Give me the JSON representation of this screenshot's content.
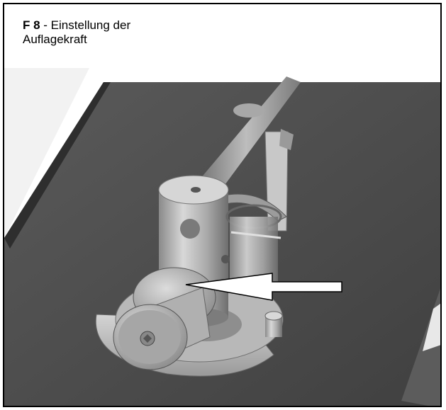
{
  "figure": {
    "label": "F 8",
    "separator": " - ",
    "title_line1": "Einstellung der",
    "title_line2": "Auflagekraft"
  },
  "colors": {
    "frame": "#000000",
    "plinth": "#4d4d4d",
    "plinth_dark": "#3a3a3a",
    "metal_light": "#cfcfcf",
    "metal_mid": "#9e9e9e",
    "metal_dark": "#6a6a6a",
    "arrow_fill": "#ffffff"
  },
  "icons": [
    "tonearm-illustration",
    "arrow-pointer-icon"
  ]
}
